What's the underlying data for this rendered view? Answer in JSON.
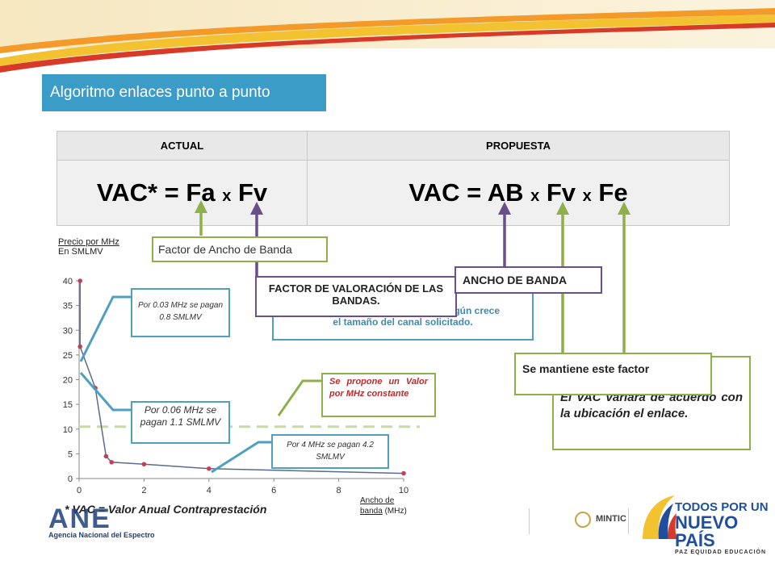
{
  "header": {
    "title": "Algoritmo enlaces punto a punto"
  },
  "comparison": {
    "col_actual": "ACTUAL",
    "col_propuesta": "PROPUESTA",
    "actual_left": "VAC* = Fa ",
    "actual_x": "x",
    "actual_right": " Fv",
    "prop_a": "VAC  = AB ",
    "prop_x1": "x",
    "prop_b": " Fv ",
    "prop_x2": "x",
    "prop_c": "  Fe"
  },
  "callouts": {
    "ancho_banda_factor": "Factor de Ancho de Banda",
    "valoracion": "FACTOR DE VALORACIÓN DE LAS BANDAS.",
    "ancho_banda": "ANCHO DE BANDA",
    "hidden_text_1": "según crece",
    "hidden_text_2": "el tamaño del canal solicitado.",
    "mantiene": "Se mantiene este factor",
    "vac_varia": "El VAC variará de acuerdo con la ubicación el enlace."
  },
  "chart_notes": {
    "n1": "Por 0.03 MHz se pagan 0.8 SMLMV",
    "n2": "Por 0.06 MHz se pagan 1.1 SMLMV",
    "n3": "Se propone un Valor por MHz constante",
    "n4": "Por 4 MHz se pagan 4.2 SMLMV"
  },
  "axis_captions": {
    "y_line1": "Precio por MHz",
    "y_line2": "En SMLMV",
    "x_line1": "Ancho de",
    "x_line2": "banda",
    "x_unit": "(MHz)"
  },
  "footnote": "* VAC = Valor Anual Contraprestación",
  "footer": {
    "ane_name": "Agencia Nacional del Espectro",
    "mintic": "MINTIC",
    "slogan1": "TODOS POR UN",
    "slogan2": "NUEVO PAÍS",
    "slogan3": "PAZ  EQUIDAD  EDUCACIÓN"
  },
  "colors": {
    "green": "#8db04a",
    "purple": "#6a4f8c",
    "blue": "#4f9fc0",
    "title_bg": "#3c9cc8",
    "series": "#c0405a",
    "line": "#5a6b8c"
  },
  "chart_data": {
    "type": "scatter",
    "x": [
      0.03,
      0.03,
      0.5,
      0.83,
      1.0,
      2.0,
      4.0,
      10.0
    ],
    "y": [
      40,
      26.7,
      18.3,
      4.5,
      3.3,
      2.9,
      2.0,
      1.05
    ],
    "xlim": [
      0,
      10
    ],
    "ylim": [
      0,
      40
    ],
    "xticks": [
      0,
      2,
      4,
      6,
      8,
      10
    ],
    "yticks": [
      0,
      5,
      10,
      15,
      20,
      25,
      30,
      35,
      40
    ],
    "constant_line": 10.5,
    "xlabel": "Ancho de banda (MHz)",
    "ylabel": "Precio por MHz En SMLMV"
  }
}
